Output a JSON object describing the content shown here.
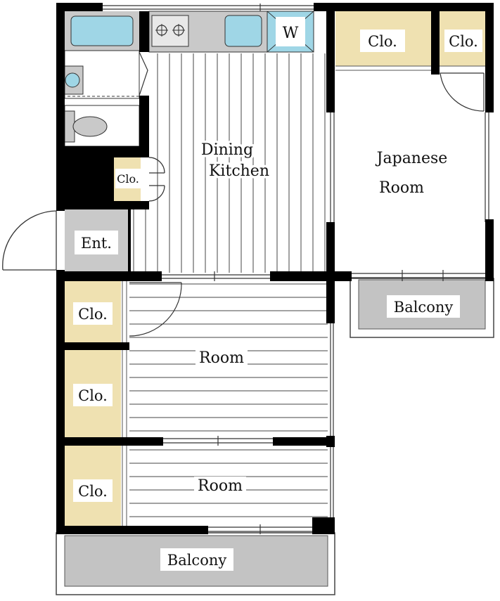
{
  "colors": {
    "wall": "#000000",
    "closet": "#efe1b1",
    "balcony": "#c3c3c3",
    "wet_area": "#c9c9c9",
    "fixture_water": "#9fd6e6",
    "line": "#333333"
  },
  "rooms": {
    "dining_kitchen": {
      "line1": "Dining",
      "line2": "Kitchen"
    },
    "japanese_room": {
      "line1": "Japanese",
      "line2": "Room"
    },
    "room_middle": "Room",
    "room_bottom": "Room",
    "entrance": "Ent.",
    "washer": "W",
    "closet_top_left": "Clo.",
    "closet_top_right": "Clo.",
    "closet_kitchen": "Clo.",
    "closet_left_1": "Clo.",
    "closet_left_2": "Clo.",
    "closet_left_3": "Clo.",
    "balcony_right": "Balcony",
    "balcony_bottom": "Balcony"
  }
}
